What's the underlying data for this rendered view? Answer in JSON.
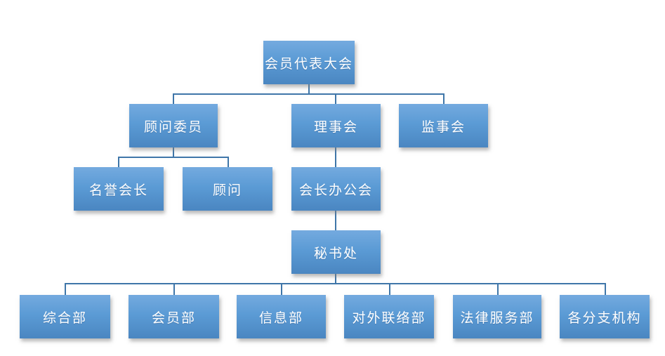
{
  "org_chart": {
    "type": "org-chart",
    "nodes": {
      "assembly": {
        "label": "会员代表大会"
      },
      "advisory": {
        "label": "顾问委员"
      },
      "council": {
        "label": "理事会"
      },
      "supervisory": {
        "label": "监事会"
      },
      "honorary": {
        "label": "名誉会长"
      },
      "advisor": {
        "label": "顾问"
      },
      "president_office": {
        "label": "会长办公会"
      },
      "secretariat": {
        "label": "秘书处"
      },
      "general": {
        "label": "综合部"
      },
      "membership": {
        "label": "会员部"
      },
      "information": {
        "label": "信息部"
      },
      "external": {
        "label": "对外联络部"
      },
      "legal": {
        "label": "法律服务部"
      },
      "branches": {
        "label": "各分支机构"
      }
    },
    "edges": [
      [
        "assembly",
        "advisory"
      ],
      [
        "assembly",
        "council"
      ],
      [
        "assembly",
        "supervisory"
      ],
      [
        "advisory",
        "honorary"
      ],
      [
        "advisory",
        "advisor"
      ],
      [
        "council",
        "president_office"
      ],
      [
        "president_office",
        "secretariat"
      ],
      [
        "secretariat",
        "general"
      ],
      [
        "secretariat",
        "membership"
      ],
      [
        "secretariat",
        "information"
      ],
      [
        "secretariat",
        "external"
      ],
      [
        "secretariat",
        "legal"
      ],
      [
        "secretariat",
        "branches"
      ]
    ],
    "colors": {
      "node_fill_top": "#74aadf",
      "node_fill_mid": "#5b9bd5",
      "node_fill_bottom": "#4a86c1",
      "node_text": "#ffffff",
      "connector": "#3f76a9",
      "background": "#ffffff"
    }
  }
}
